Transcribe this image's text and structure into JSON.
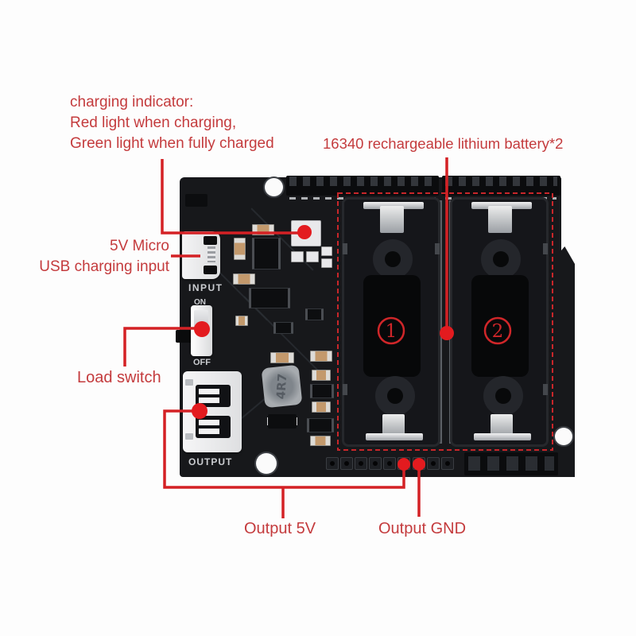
{
  "annotations": {
    "charging_indicator": {
      "text": "charging indicator:\nRed light when charging,\nGreen light when fully charged"
    },
    "battery": {
      "text": "16340 rechargeable lithium battery*2"
    },
    "usb_input": {
      "text": "5V Micro\nUSB charging input"
    },
    "load_switch": {
      "text": "Load switch"
    },
    "output_5v": {
      "text": "Output 5V"
    },
    "output_gnd": {
      "text": "Output GND"
    }
  },
  "board": {
    "labels": {
      "input": "INPUT",
      "output": "OUTPUT",
      "on": "ON",
      "off": "OFF",
      "inductor": "4R7"
    },
    "battery_slots": [
      {
        "number": "1"
      },
      {
        "number": "2"
      }
    ]
  },
  "colors": {
    "annotation_red": "#d42125",
    "dot_red": "#e31b1f",
    "dashed_red": "#c8262a",
    "board_black": "#17181b",
    "port_white": "#f1f1f2",
    "silver": "#d9dadc"
  }
}
